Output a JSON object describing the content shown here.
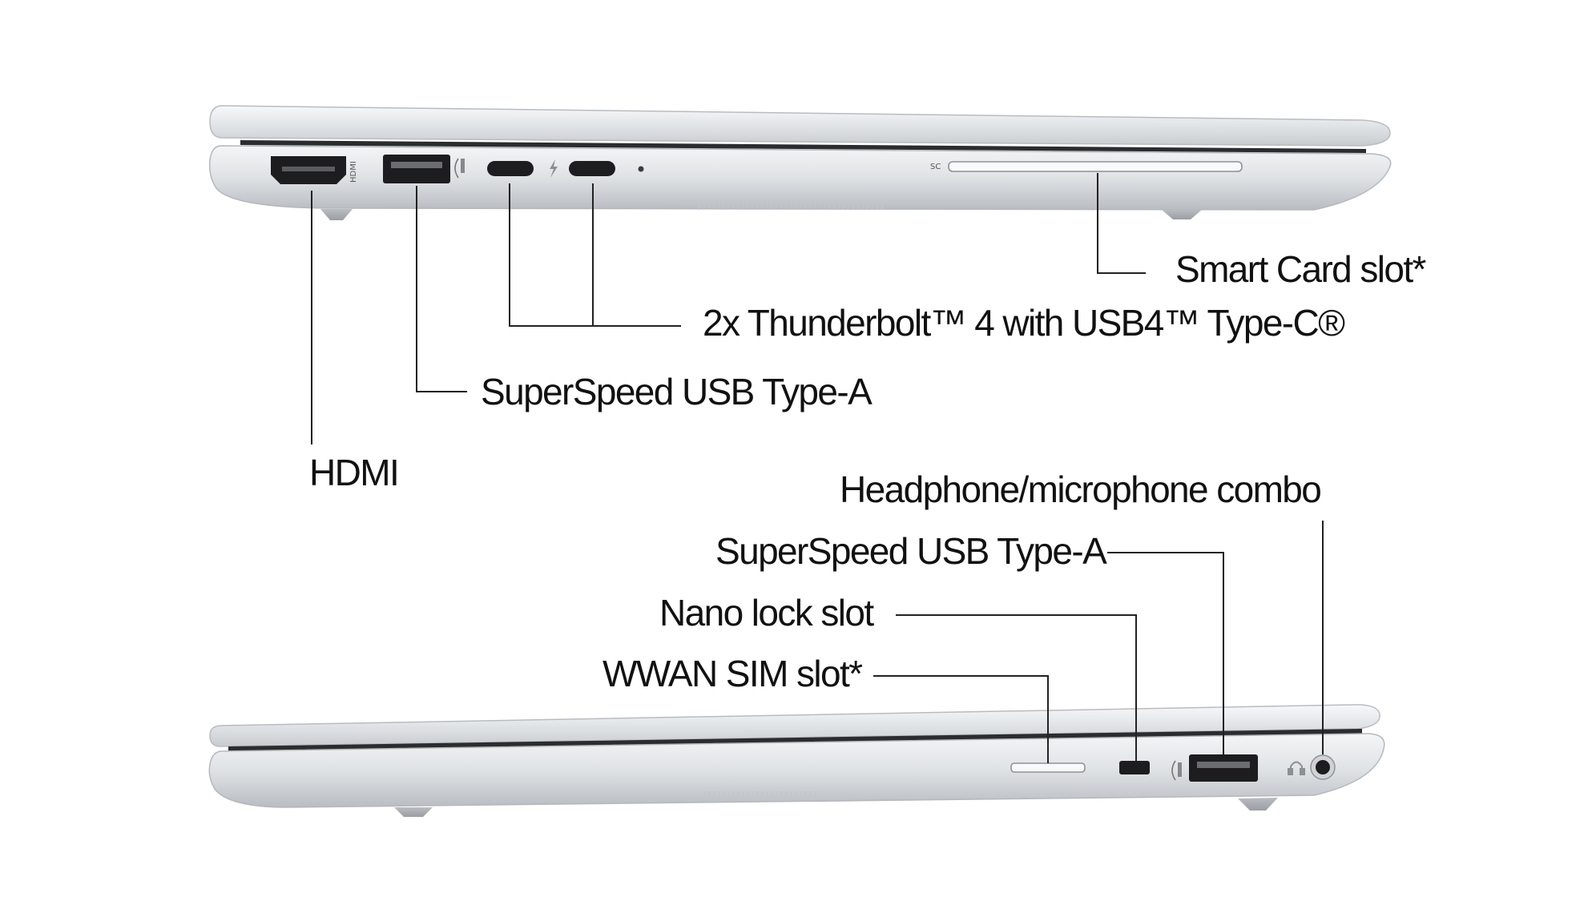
{
  "colors": {
    "background": "#ffffff",
    "silver_light": "#eef0f2",
    "silver_mid": "#d7dadd",
    "silver_dark": "#a9adb2",
    "port_black": "#1d1d1f",
    "leader_line": "#222222"
  },
  "left_side": {
    "port_markings": {
      "hdmi": "HDMI",
      "smart_card": "SC"
    },
    "callouts": {
      "smart_card_slot": "Smart Card slot*",
      "thunderbolt": "2x Thunderbolt™ 4 with USB4™ Type-C®",
      "usb_a": "SuperSpeed USB Type-A",
      "hdmi": "HDMI"
    }
  },
  "right_side": {
    "callouts": {
      "headphone_mic": "Headphone/microphone combo",
      "usb_a": "SuperSpeed USB Type-A",
      "nano_lock": "Nano lock slot",
      "wwan_sim": "WWAN SIM slot*"
    }
  },
  "icons": [
    "hdmi-port-icon",
    "usb-a-port-icon",
    "usb-c-port-icon",
    "thunderbolt-icon",
    "led-icon",
    "smart-card-slot-icon",
    "sim-slot-icon",
    "nano-lock-icon",
    "headset-icon",
    "audio-jack-icon"
  ]
}
